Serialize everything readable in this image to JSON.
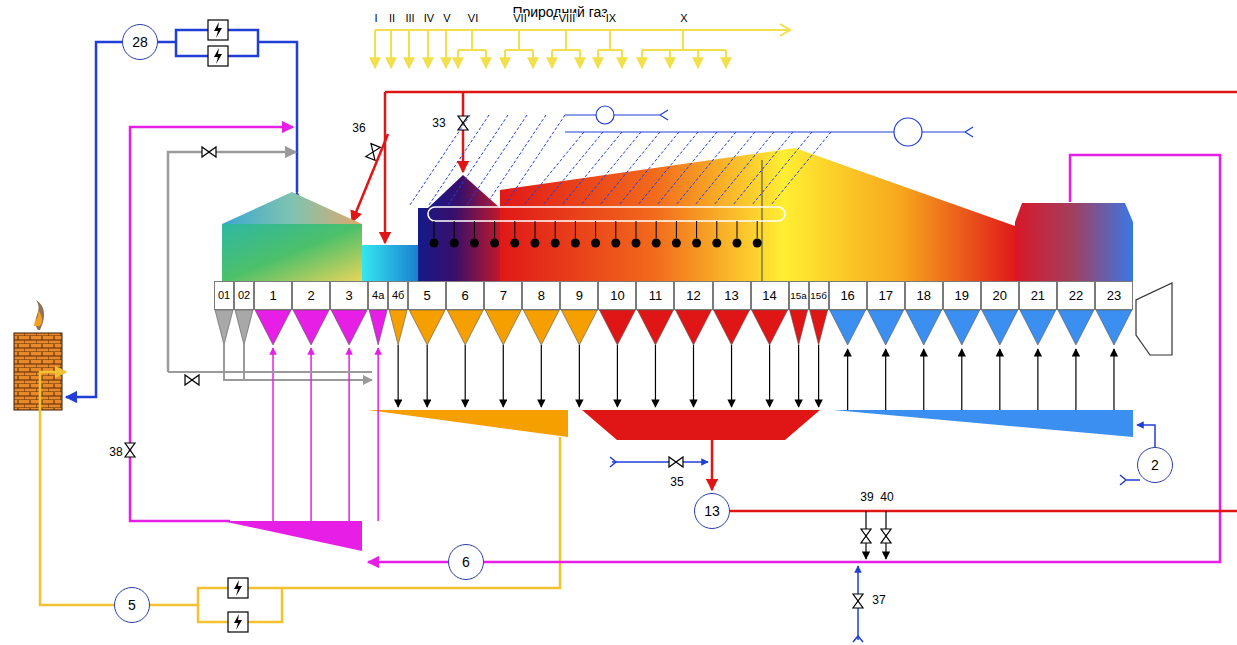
{
  "diagram": {
    "nodes": [
      {
        "text": [
          "28"
        ]
      },
      {
        "text": [
          "01"
        ]
      },
      {
        "text": [
          "02"
        ]
      },
      {
        "text": [
          "1"
        ]
      },
      {
        "text": [
          "2"
        ]
      },
      {
        "text": [
          "3"
        ]
      },
      {
        "text": [
          "4а"
        ]
      },
      {
        "text": [
          "4б"
        ]
      },
      {
        "text": [
          "5"
        ]
      },
      {
        "text": [
          "6"
        ]
      },
      {
        "text": [
          "7"
        ]
      },
      {
        "text": [
          "8"
        ]
      },
      {
        "text": [
          "9"
        ]
      },
      {
        "text": [
          "10"
        ]
      },
      {
        "text": [
          "11"
        ]
      },
      {
        "text": [
          "12"
        ]
      },
      {
        "text": [
          "13"
        ]
      },
      {
        "text": [
          "14"
        ]
      },
      {
        "text": [
          "15а"
        ]
      },
      {
        "text": [
          "15б"
        ]
      },
      {
        "text": [
          "16"
        ]
      },
      {
        "text": [
          "17"
        ]
      },
      {
        "text": [
          "18"
        ]
      },
      {
        "text": [
          "19"
        ]
      },
      {
        "text": [
          "20"
        ]
      },
      {
        "text": [
          "21"
        ]
      },
      {
        "text": [
          "22"
        ]
      },
      {
        "text": [
          "23"
        ]
      },
      {
        "text": [
          "2"
        ]
      },
      {
        "text": [
          "13"
        ]
      },
      {
        "text": [
          "6"
        ]
      },
      {
        "text": [
          "5"
        ]
      }
    ],
    "labels": [
      "Природний газ",
      "I",
      "II",
      "III",
      "IV",
      "V",
      "VI",
      "VII",
      "VIII",
      "IX",
      "X",
      "33",
      "36",
      "38",
      "35",
      "39",
      "40",
      "37"
    ]
  }
}
